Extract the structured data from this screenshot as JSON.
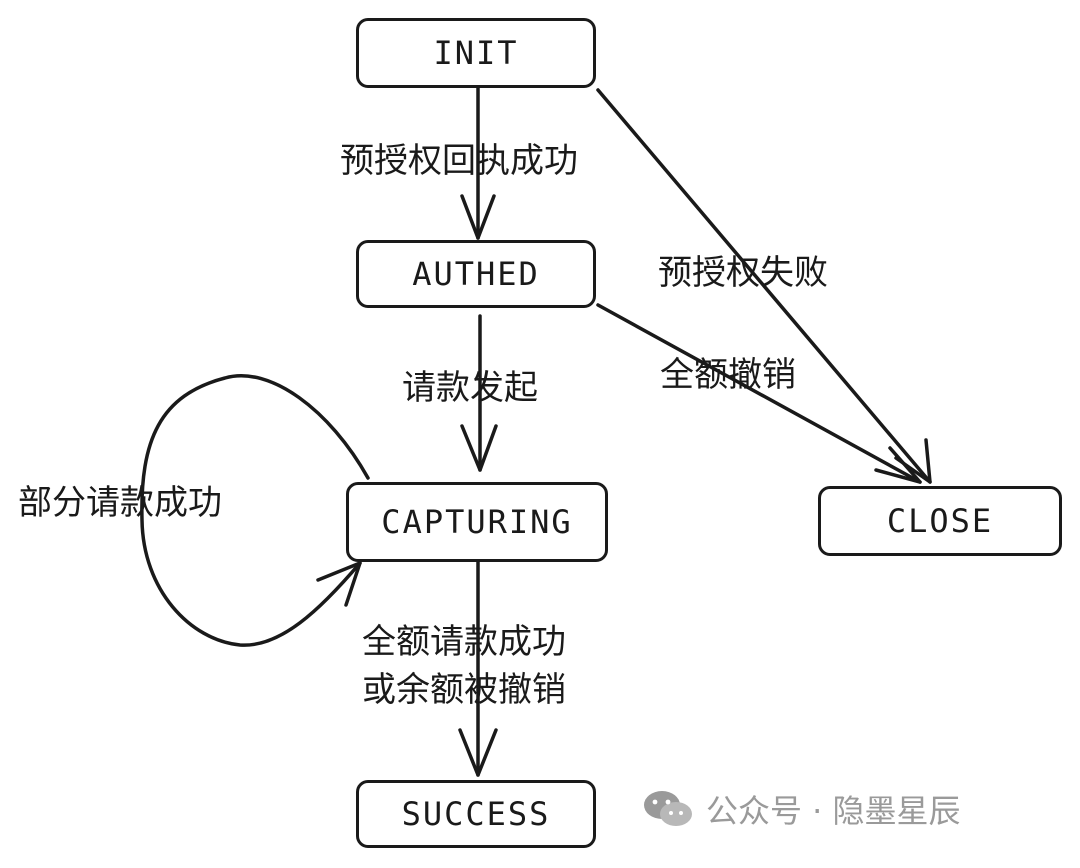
{
  "states": {
    "init": "INIT",
    "authed": "AUTHED",
    "capturing": "CAPTURING",
    "close": "CLOSE",
    "success": "SUCCESS"
  },
  "transitions": {
    "init_to_authed": "预授权回执成功",
    "init_to_close": "预授权失败",
    "authed_to_capturing": "请款发起",
    "authed_to_close": "全额撤销",
    "capturing_self_loop": "部分请款成功",
    "capturing_to_success_line1": "全额请款成功",
    "capturing_to_success_line2": "或余额被撤销"
  },
  "watermark": {
    "icon": "wechat-icon",
    "text": "公众号 · 隐墨星辰"
  },
  "colors": {
    "stroke": "#1a1a1a",
    "watermark": "#9a9a9a",
    "background": "#ffffff"
  }
}
